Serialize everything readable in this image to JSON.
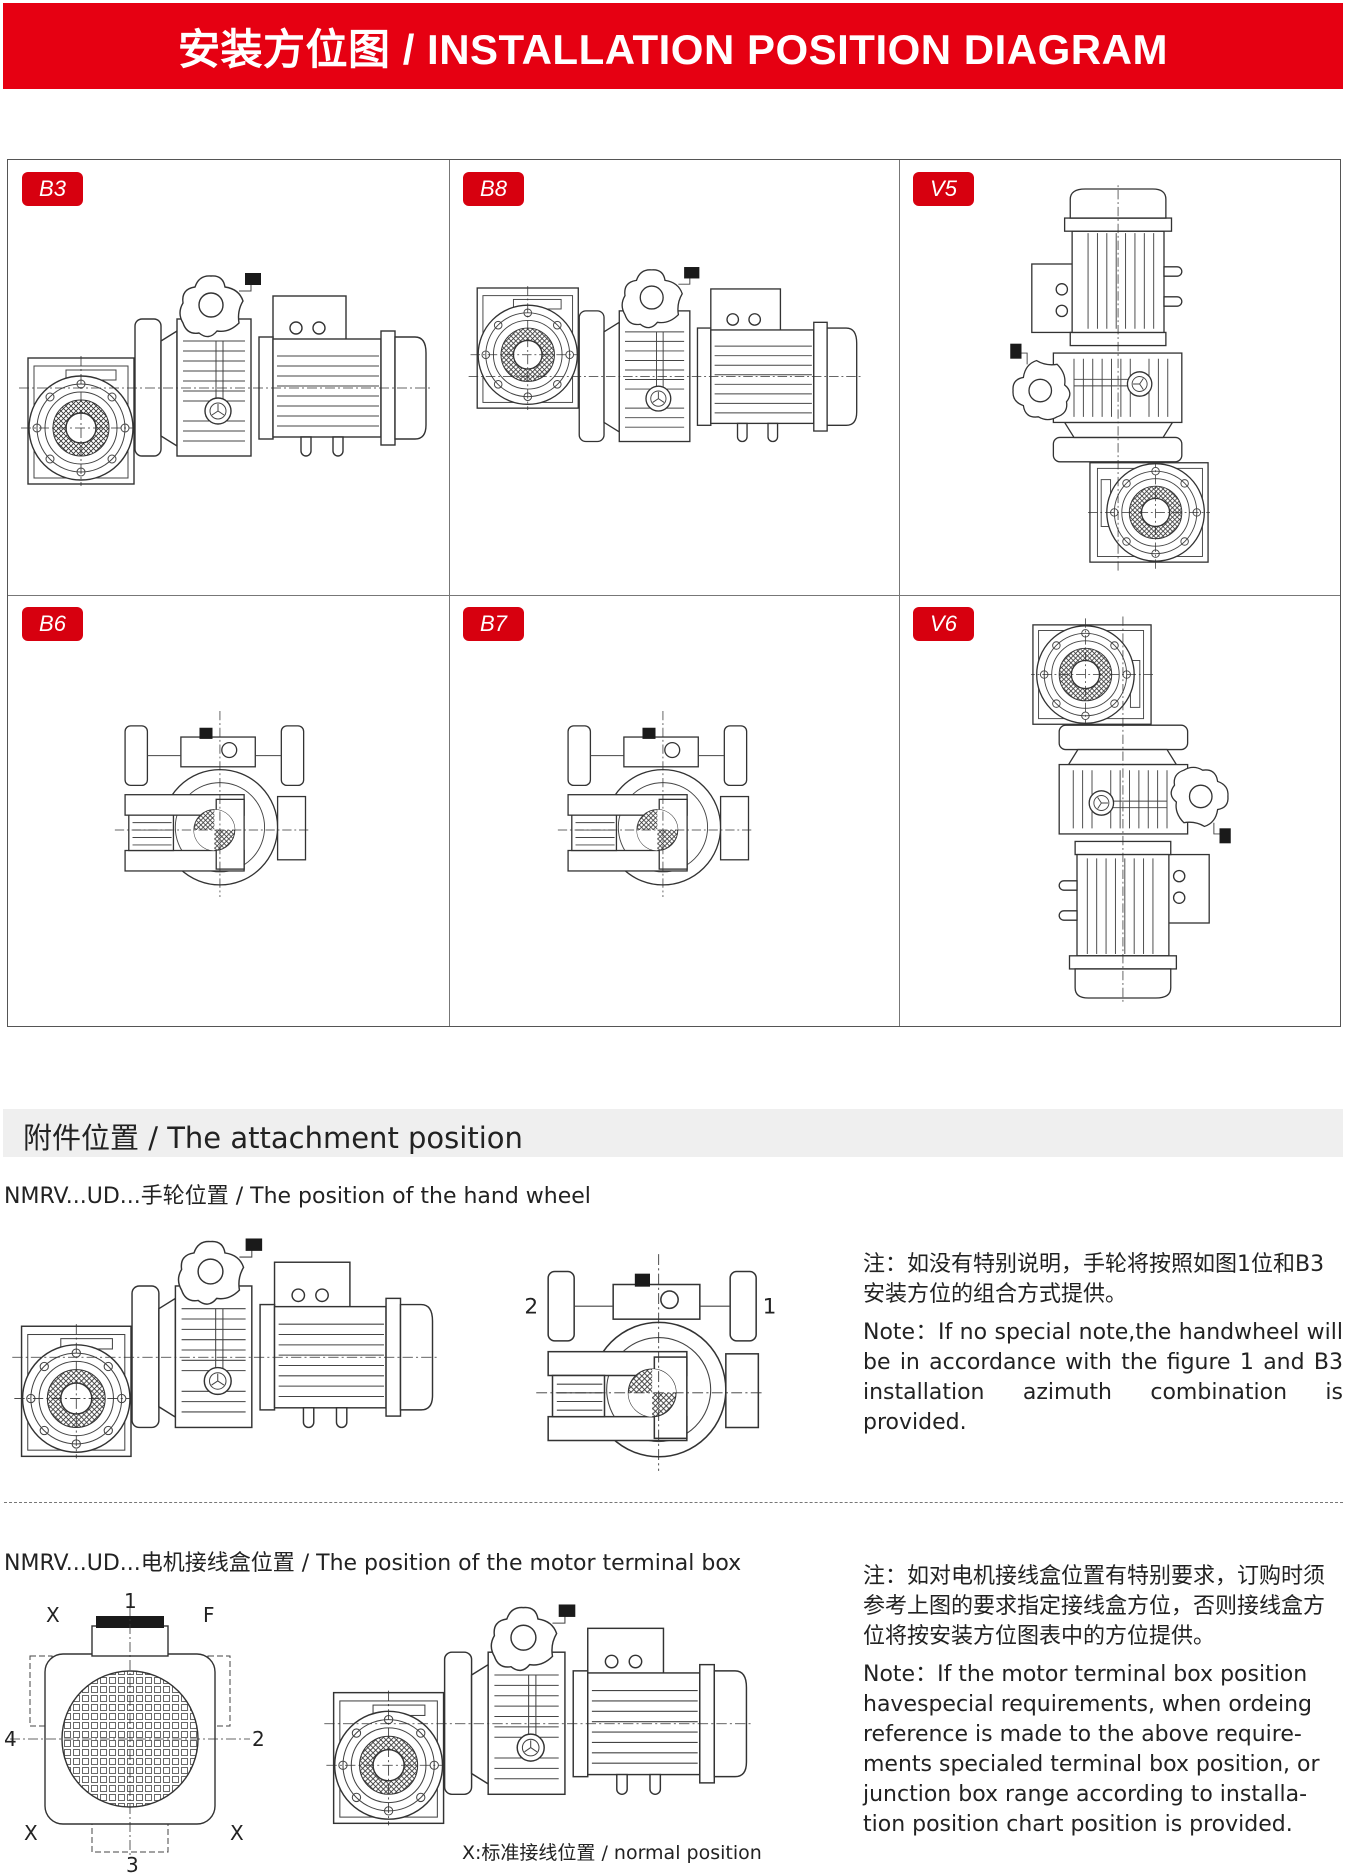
{
  "header": {
    "title": "安装方位图 / INSTALLATION POSITION DIAGRAM",
    "color": "#e60012"
  },
  "positions": [
    {
      "label": "B3"
    },
    {
      "label": "B8"
    },
    {
      "label": "V5"
    },
    {
      "label": "B6"
    },
    {
      "label": "B7"
    },
    {
      "label": "V6"
    }
  ],
  "attachment": {
    "title": "附件位置 / The attachment position",
    "hand_wheel": {
      "heading": "NMRV...UD...手轮位置 / The position of the hand wheel",
      "labels": {
        "left": "2",
        "right": "1"
      },
      "note_cn": "注：如没有特别说明，手轮将按照如图1位和B3安装方位的组合方式提供。",
      "note_en": "Note：If no special note,the handwheel will be in accordance with the figure 1 and B3 installation azimuth combination is provided."
    },
    "terminal_box": {
      "heading": "NMRV...UD...电机接线盒位置 / The position of the motor terminal box",
      "labels": {
        "top": "1",
        "right": "2",
        "bottom": "3",
        "left": "4",
        "top_left": "X",
        "top_right": "F",
        "bottom_left": "X",
        "bottom_right": "X"
      },
      "caption": "X:标准接线位置 / normal position",
      "note_cn": "注：如对电机接线盒位置有特别要求，订购时须参考上图的要求指定接线盒方位，否则接线盒方位将按安装方位图表中的方位提供。",
      "note_en": "Note：If the motor terminal box position havespecial requirements, when ordeing reference is made to the above require-ments specialed terminal box position, or  junction box range according to installa-tion position chart position is provided."
    }
  }
}
